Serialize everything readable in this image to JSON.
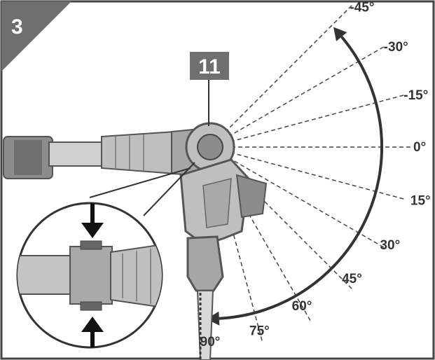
{
  "step_badge": {
    "number": "3"
  },
  "callout": {
    "label": "11"
  },
  "angles": [
    {
      "label": "-45°",
      "degrees": -45
    },
    {
      "label": "-30°",
      "degrees": -30
    },
    {
      "label": "-15°",
      "degrees": -15
    },
    {
      "label": "0°",
      "degrees": 0
    },
    {
      "label": "15°",
      "degrees": 15
    },
    {
      "label": "30°",
      "degrees": 30
    },
    {
      "label": "45°",
      "degrees": 45
    },
    {
      "label": "60°",
      "degrees": 60
    },
    {
      "label": "75°",
      "degrees": 75
    },
    {
      "label": "90°",
      "degrees": 90
    }
  ],
  "colors": {
    "badge": "#6f6f6f",
    "tool_body": "#bfbfbf",
    "tool_dark": "#8c8c8c",
    "line": "#333333",
    "frame": "#444444"
  }
}
